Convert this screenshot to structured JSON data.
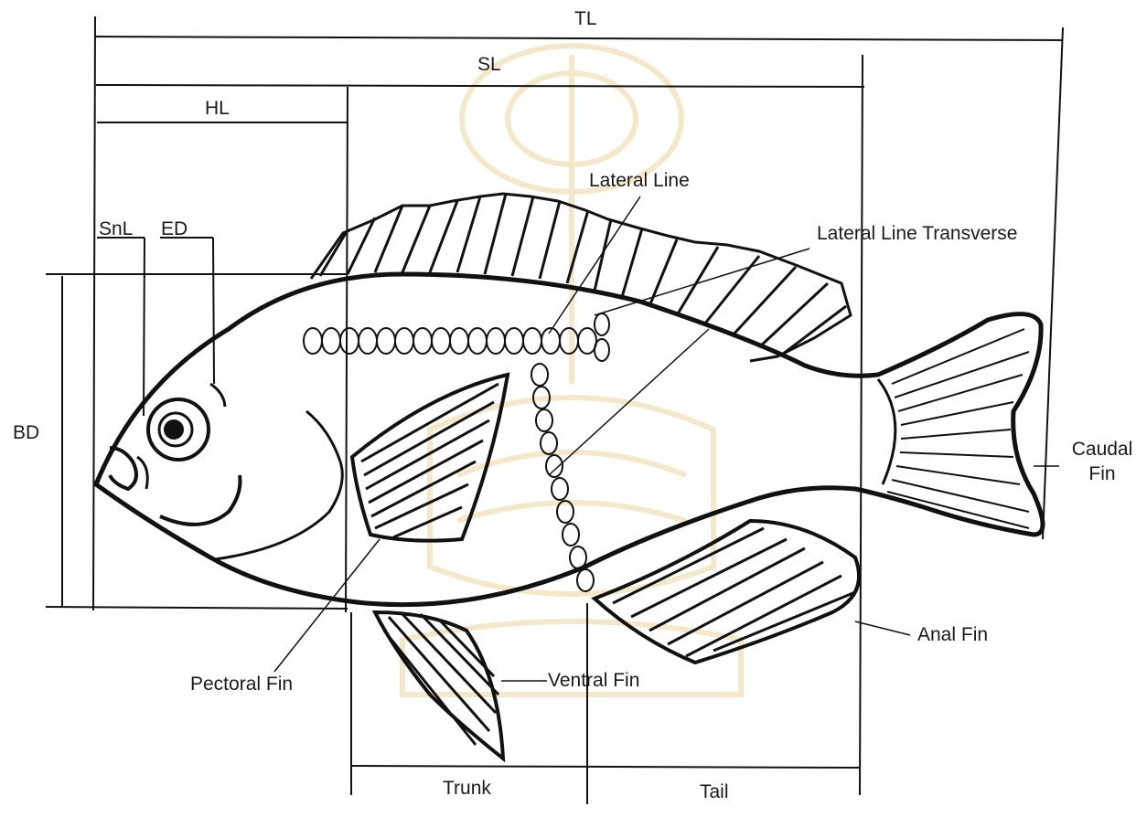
{
  "diagram": {
    "measurements": {
      "total_length": "TL",
      "standard_length": "SL",
      "head_length": "HL",
      "snout_length": "SnL",
      "eye_diameter": "ED",
      "body_depth": "BD"
    },
    "parts": {
      "lateral_line": "Lateral Line",
      "lateral_line_transverse": "Lateral Line Transverse",
      "caudal_fin_line1": "Caudal",
      "caudal_fin_line2": "Fin",
      "anal_fin": "Anal Fin",
      "ventral_fin": "Ventral Fin",
      "pectoral_fin": "Pectoral Fin"
    },
    "regions": {
      "trunk": "Trunk",
      "tail": "Tail"
    }
  }
}
